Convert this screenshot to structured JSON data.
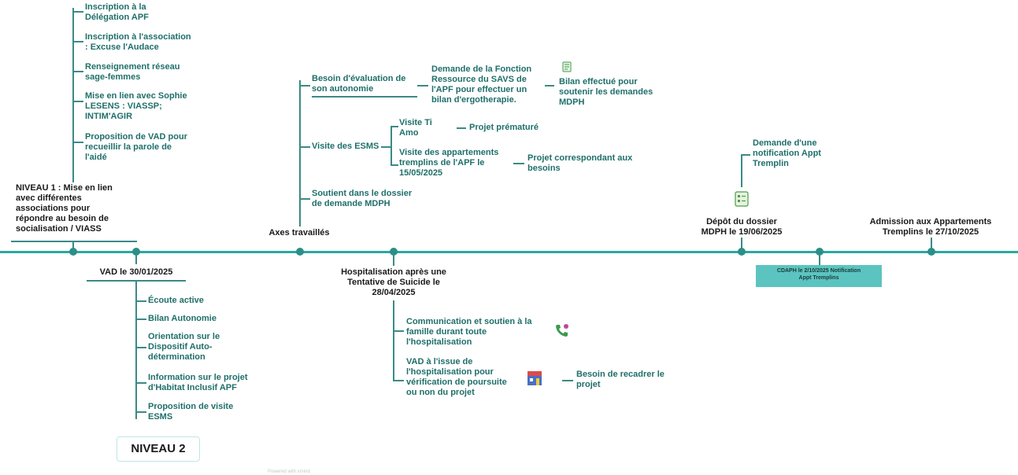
{
  "niveau1": {
    "title": "NIVEAU 1 : Mise en lien\navec différentes\nassociations pour\nrépondre au besoin de\nsocialisation / VIASS",
    "items": [
      "Inscription à la\nDélégation APF",
      "Inscription à l'association\n: Excuse l'Audace",
      "Renseignement réseau\nsage-femmes",
      "Mise en lien avec Sophie\nLESENS : VIASSP;\nINTIM'AGIR",
      "Proposition de VAD pour\nrecueillir la parole de\nl'aidé"
    ]
  },
  "vad": {
    "title": "VAD le 30/01/2025",
    "items": [
      "Écoute active",
      "Bilan Autonomie",
      "Orientation sur le\nDispositif Auto-\ndétermination",
      "Information sur le projet\nd'Habitat Inclusif APF",
      "Proposition de visite\nESMS"
    ]
  },
  "niveau2_label": "NIVEAU 2",
  "axes": {
    "title": "Axes travaillés",
    "besoin_eval": "Besoin d'évaluation de\nson autonomie",
    "demande_fonction": "Demande de la Fonction\nRessource du SAVS de\nl'APF pour effectuer un\nbilan d'ergotherapie.",
    "bilan_effectue": "Bilan effectué pour\nsoutenir les demandes\nMDPH",
    "visite_esms": "Visite des ESMS",
    "visite_ti_amo": "Visite Ti\nAmo",
    "projet_premature": "Projet prématuré",
    "visite_appartements": "Visite des appartements\ntremplins de l'APF le\n15/05/2025",
    "projet_correspondant": "Projet correspondant aux\nbesoins",
    "soutien_dossier": "Soutient dans le dossier\nde demande MDPH"
  },
  "hospitalisation": {
    "title": "Hospitalisation après une\nTentative de Suicide le\n28/04/2025",
    "communication": "Communication et soutien à la\nfamille durant toute\nl'hospitalisation",
    "vad_issue": "VAD à l'issue de\nl'hospitalisation pour\nvérification de poursuite\nou non du projet",
    "besoin_recadrer": "Besoin de recadrer le\nprojet"
  },
  "depot": {
    "title": "Dépôt du dossier\nMDPH le 19/06/2025",
    "demande_notification": "Demande d'une\nnotification Appt\nTremplin"
  },
  "cdaph": "CDAPH le 2/10/2025 Notification\nAppt Tremplins",
  "admission": "Admission aux Appartements\nTremplins le 27/10/2025",
  "footer": "Powered with xmind",
  "icons": [
    "document-icon",
    "phone-icon",
    "house-icon",
    "checklist-icon"
  ],
  "colors": {
    "accent": "#2aa7a1",
    "text": "#1f6f6a",
    "box": "#5cc4c0"
  }
}
